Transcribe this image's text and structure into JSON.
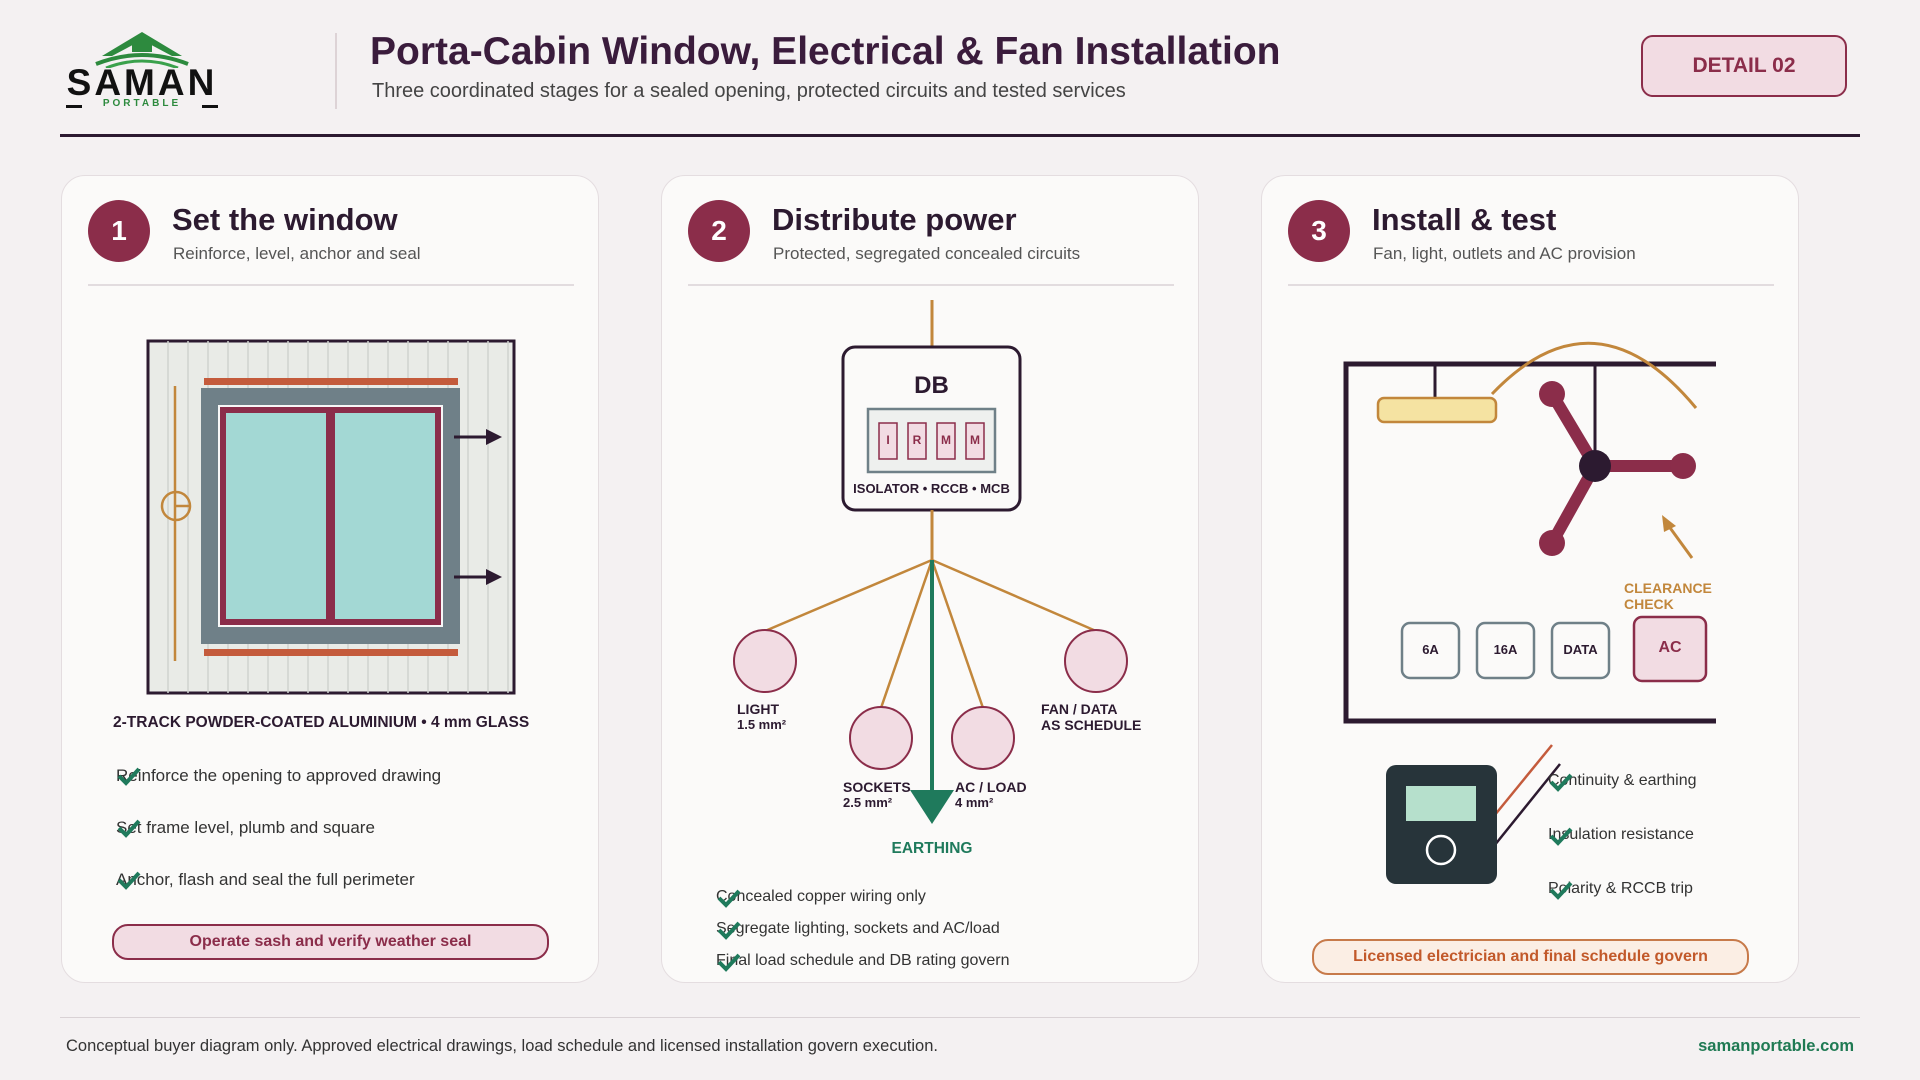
{
  "brand": {
    "name": "SAMAN",
    "tagline": "PORTABLE"
  },
  "header": {
    "title": "Porta-Cabin Window, Electrical & Fan Installation",
    "subtitle": "Three coordinated stages for a sealed opening, protected circuits and tested services",
    "badge": "DETAIL 02"
  },
  "stages": [
    {
      "number": "1",
      "title": "Set the window",
      "subtitle": "Reinforce, level, anchor and seal",
      "caption": "2-TRACK POWDER-COATED ALUMINIUM • 4 mm GLASS",
      "checks": [
        "Reinforce the opening to approved drawing",
        "Set frame level, plumb and square",
        "Anchor, flash and seal the full perimeter"
      ],
      "callout": "Operate sash and verify weather seal"
    },
    {
      "number": "2",
      "title": "Distribute power",
      "subtitle": "Protected, segregated concealed circuits",
      "db": {
        "label": "DB",
        "modules": [
          "I",
          "R",
          "M",
          "M"
        ],
        "caption": "ISOLATOR • RCCB • MCB"
      },
      "circuits": [
        {
          "name": "LIGHT",
          "spec": "1.5 mm²"
        },
        {
          "name": "SOCKETS",
          "spec": "2.5 mm²"
        },
        {
          "name": "AC / LOAD",
          "spec": "4 mm²"
        },
        {
          "name": "FAN / DATA",
          "spec": "AS SCHEDULE"
        }
      ],
      "earthing": "EARTHING",
      "checks": [
        "Concealed copper wiring only",
        "Segregate lighting, sockets and AC/load",
        "Final load schedule and DB rating govern"
      ]
    },
    {
      "number": "3",
      "title": "Install & test",
      "subtitle": "Fan, light, outlets and AC provision",
      "clearance": [
        "CLEARANCE",
        "CHECK"
      ],
      "outlets": [
        "6A",
        "16A",
        "DATA",
        "AC"
      ],
      "tests": [
        "Continuity & earthing",
        "Insulation resistance",
        "Polarity & RCCB trip"
      ],
      "callout": "Licensed electrician and final schedule govern"
    }
  ],
  "footer": {
    "note": "Conceptual buyer diagram only. Approved electrical drawings, load schedule and licensed installation govern execution.",
    "url": "samanportable.com"
  },
  "colors": {
    "accent": "#8b2d4a",
    "dark": "#2c1a30",
    "earth_green": "#1f7a5c",
    "copper": "#c2873c",
    "glass": "#a3d8d4",
    "frame_grey": "#6f8088"
  },
  "icons": [
    "house-roof-icon",
    "check-icon",
    "arrow-right-icon",
    "hinge-icon",
    "multimeter-icon",
    "ceiling-fan-icon",
    "light-fixture-icon"
  ]
}
